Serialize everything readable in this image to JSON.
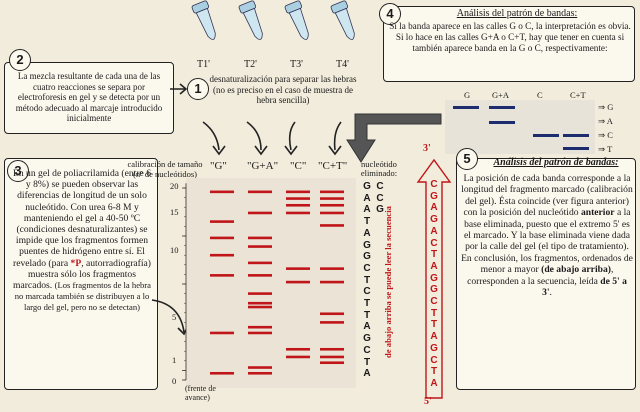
{
  "tubes": [
    "T1'",
    "T2'",
    "T3'",
    "T4'"
  ],
  "step1": {
    "num": "1",
    "text": "desnaturalización para separar las hebras (no es preciso en el caso de muestra de hebra sencilla)"
  },
  "step2": {
    "num": "2",
    "text": "La mezcla resultante de cada una de las cuatro reacciones se separa por electroforesis en gel y se detecta por un método adecuado al marcaje introducido inicialmente"
  },
  "step3": {
    "num": "3",
    "text_a": "En un gel de poliacrilamida (entre 6 y 8%) se pueden observar las diferencias de longitud de un solo nucleótido. Con urea 6-8 M y manteniendo el gel a 40-50 ºC (condiciones desnaturalizantes) se impide que los fragmentos formen puentes de hidrógeno entre sí. El revelado (para ",
    "star": "*P",
    "text_b": ", autorradiografía) muestra sólo los fragmentos marcados. ",
    "text_c": "(Los fragmentos de la hebra no marcada también se distribuyen a lo largo del gel, pero no se detectan)"
  },
  "step4": {
    "num": "4",
    "title": "Análisis del patrón de bandas:",
    "text": "Si la banda aparece en las calles G o C, la interpretación es obvia. Si lo hace en las calles G+A o C+T, hay que tener en cuenta si también aparece banda en la G o C, respectivamente:",
    "lanes": [
      "G",
      "G+A",
      "C",
      "C+T"
    ],
    "outs": [
      "⇒ G",
      "⇒ A",
      "⇒ C",
      "⇒ T"
    ]
  },
  "step5": {
    "num": "5",
    "title": "Análisis del patrón de bandas:",
    "p1": "La posición de cada banda corresponde a la longitud del fragmento marcado (calibración del gel). Ésta coincide (ver figura anterior) con la posición del nucleótido ",
    "b1": "anterior",
    "p2": " a la base eliminada, puesto que el extremo 5' es el marcado. Y la base eliminada viene dada por la calle del gel (el tipo de tratamiento). En conclusión, los fragmentos, ordenados de menor a mayor ",
    "b2": "(de abajo arriba)",
    "p3": ", corresponden a la secuencia, leída ",
    "b3": "de 5' a 3'",
    "p4": "."
  },
  "gel": {
    "calib_label": "calibración de tamaño (nº de nucleótidos)",
    "lanes": [
      "\"G\"",
      "\"G+A\"",
      "\"C\"",
      "\"C+T\""
    ],
    "ticks": [
      "20",
      "15",
      "10",
      "5",
      "1",
      "0"
    ],
    "front": "(frente de avance)",
    "removed_label": "nucleótido eliminado:"
  },
  "seq_left": "GAATAGGCTCTTAGCTA",
  "seq_right": "CCG",
  "vertical_note": "de abajo arriba se puede leer la secuencia",
  "red_seq": {
    "top": "3'",
    "bottom": "5'",
    "letters": "CGAGACTAGGCTTAGCTA"
  },
  "colors": {
    "band": "#c0161a",
    "blue": "#1c2c6e",
    "bg": "#f2ecdc"
  }
}
